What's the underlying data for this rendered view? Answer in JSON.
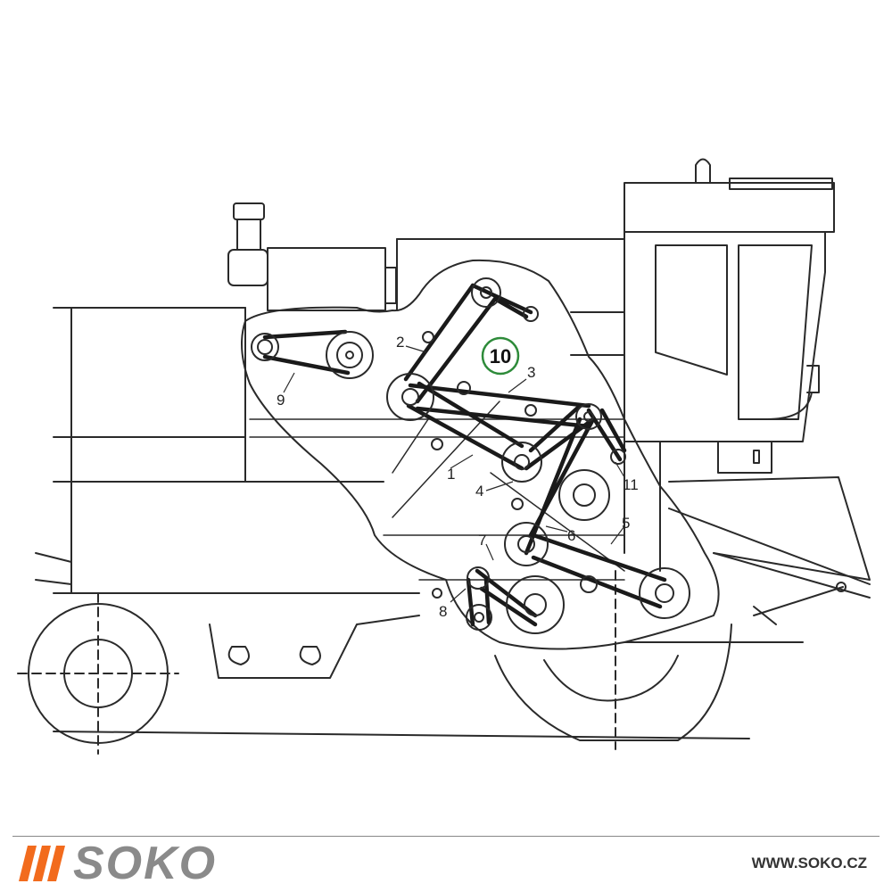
{
  "diagram": {
    "callouts": [
      {
        "id": "1",
        "text": "1"
      },
      {
        "id": "2",
        "text": "2"
      },
      {
        "id": "3",
        "text": "3"
      },
      {
        "id": "4",
        "text": "4"
      },
      {
        "id": "5",
        "text": "5"
      },
      {
        "id": "6",
        "text": "6"
      },
      {
        "id": "7",
        "text": "7"
      },
      {
        "id": "8",
        "text": "8"
      },
      {
        "id": "9",
        "text": "9"
      },
      {
        "id": "11",
        "text": "11"
      }
    ],
    "highlighted_callout": {
      "text": "10",
      "color": "#2e8b3a"
    }
  },
  "footer": {
    "brand": "SOKO",
    "url": "WWW.SOKO.CZ",
    "brand_accent": "#f26b1d",
    "brand_gray": "#8a8a8a"
  }
}
